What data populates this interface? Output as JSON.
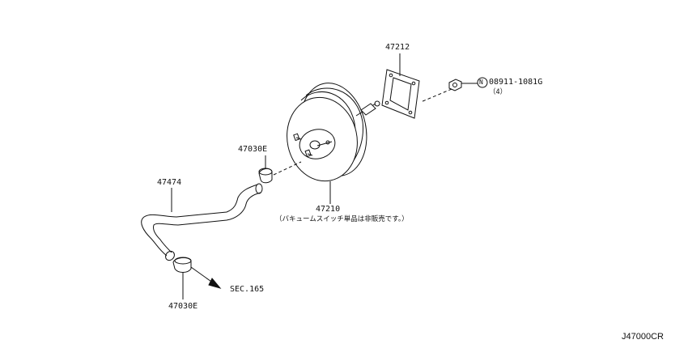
{
  "parts": {
    "gasket": "47212",
    "nut_code": "08911-1081G",
    "nut_code_prefix": "N",
    "nut_qty": "（4）",
    "clamp_top": "47030E",
    "hose": "47474",
    "booster": "47210",
    "booster_note": "（バキュームスイッチ単品は非販売です。）",
    "clamp_bottom": "47030E",
    "section_ref": "SEC.165"
  },
  "diagram_code": "J47000CR"
}
